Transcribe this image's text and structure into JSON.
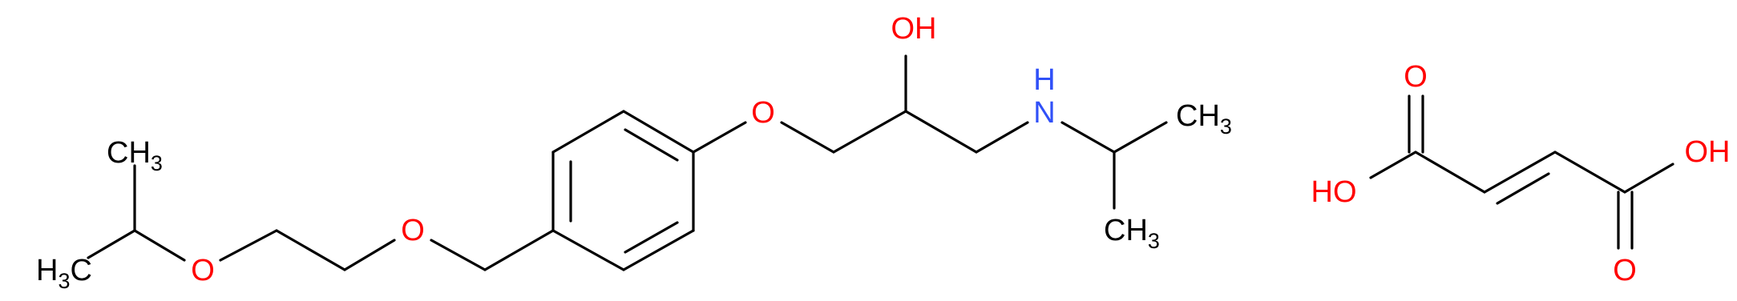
{
  "colors": {
    "bond": "#000000",
    "carbon_label": "#000000",
    "oxygen": "#ff0000",
    "nitrogen": "#3050f8"
  },
  "molecules": {
    "bisoprolol": {
      "labels": {
        "ch3_top_left": {
          "main": "CH",
          "sub": "3"
        },
        "ch3_bottom_left": {
          "main": "H",
          "sub": "3",
          "tail": "C"
        },
        "ether_o_1": "O",
        "ether_o_2": "O",
        "phenoxy_o": "O",
        "hydroxyl": "OH",
        "amine_h": "H",
        "amine_n": "N",
        "ch3_right_top": {
          "main": "CH",
          "sub": "3"
        },
        "ch3_right_bottom": {
          "main": "CH",
          "sub": "3"
        }
      }
    },
    "fumaric_acid": {
      "labels": {
        "carbonyl_o_left": "O",
        "hydroxyl_left": "HO",
        "hydroxyl_right": "OH",
        "carbonyl_o_right": "O"
      }
    }
  }
}
